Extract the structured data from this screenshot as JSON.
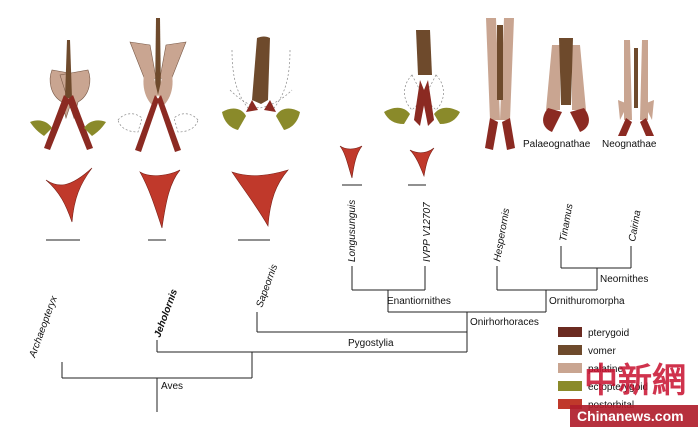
{
  "taxa": {
    "archaeopteryx": "Archaeopteryx",
    "jeholornis": "Jeholornis",
    "sapeornis": "Sapeornis",
    "longusunguis": "Longusunguis",
    "ivpp": "IVPP V12707",
    "hesperornis": "Hesperornis",
    "tinamus": "Tinamus",
    "cairina": "Cairina"
  },
  "clades": {
    "aves": "Aves",
    "pygostylia": "Pygostylia",
    "onirhorhoraces": "Onirhorhoraces",
    "enantiornithes": "Enantiornithes",
    "ornithuromorpha": "Ornithuromorpha",
    "neornithes": "Neornithes"
  },
  "group_labels": {
    "palaeognathae": "Palaeognathae",
    "neognathae": "Neognathae"
  },
  "legend": {
    "items": [
      {
        "label": "pterygoid",
        "color": "#6b2a20"
      },
      {
        "label": "vomer",
        "color": "#6e4a2c"
      },
      {
        "label": "palatine",
        "color": "#c9a591"
      },
      {
        "label": "ectopterygoid",
        "color": "#8a8a2a"
      },
      {
        "label": "postorbital",
        "color": "#c0392b"
      }
    ]
  },
  "watermark": {
    "chinese": "中新網",
    "site": "Chinanews.com"
  },
  "colors": {
    "pterygoid": "#7a2a22",
    "vomer": "#6e4a2c",
    "palatine": "#c9a591",
    "ectopterygoid": "#8a8a2a",
    "postorbital": "#c0392b"
  }
}
